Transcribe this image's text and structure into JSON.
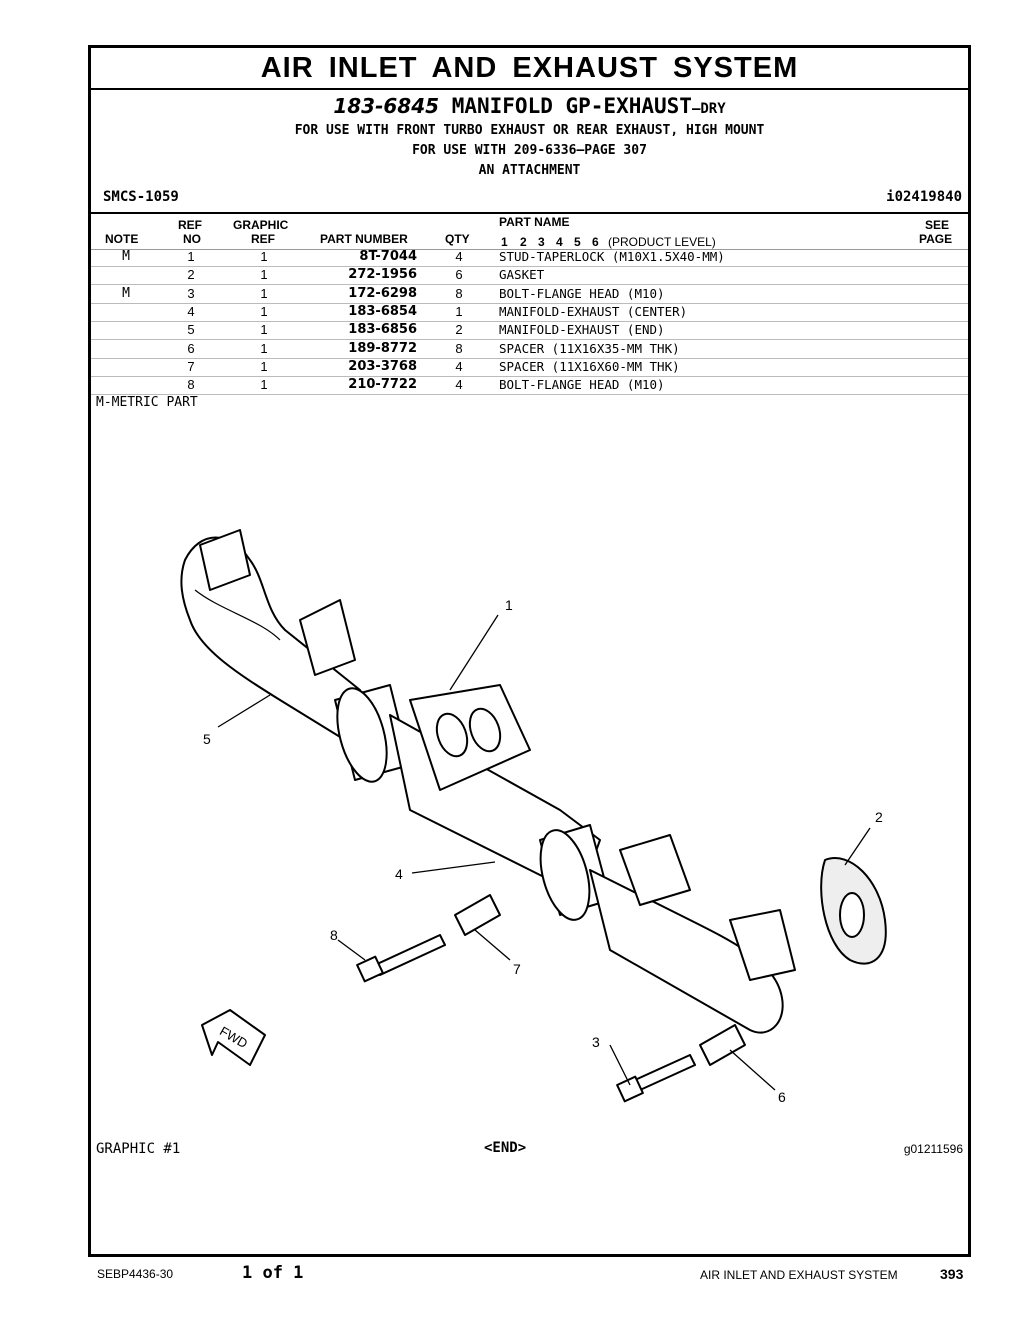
{
  "header": {
    "title": "AIR INLET AND EXHAUST SYSTEM"
  },
  "group": {
    "part_number": "183-6845",
    "name": "MANIFOLD GP-EXHAUST",
    "suffix": "—DRY",
    "line1": "FOR USE WITH FRONT TURBO EXHAUST OR REAR EXHAUST, HIGH MOUNT",
    "line2": "FOR USE WITH 209-6336—PAGE 307",
    "line3": "AN ATTACHMENT",
    "smcs": "SMCS-1059",
    "id": "i02419840"
  },
  "columns": {
    "note": "NOTE",
    "ref_top": "REF",
    "ref_bot": "NO",
    "graphic_top": "GRAPHIC",
    "graphic_bot": "REF",
    "part_number": "PART NUMBER",
    "qty": "QTY",
    "part_name": "PART NAME",
    "levels": [
      "1",
      "2",
      "3",
      "4",
      "5",
      "6"
    ],
    "level_note": "(PRODUCT LEVEL)",
    "see_top": "SEE",
    "see_bot": "PAGE"
  },
  "parts": [
    {
      "note": "M",
      "ref": "1",
      "graphic": "1",
      "pn": "8T-7044",
      "qty": "4",
      "name": "STUD-TAPERLOCK (M10X1.5X40-MM)"
    },
    {
      "note": "",
      "ref": "2",
      "graphic": "1",
      "pn": "272-1956",
      "qty": "6",
      "name": "GASKET"
    },
    {
      "note": "M",
      "ref": "3",
      "graphic": "1",
      "pn": "172-6298",
      "qty": "8",
      "name": "BOLT-FLANGE HEAD (M10)"
    },
    {
      "note": "",
      "ref": "4",
      "graphic": "1",
      "pn": "183-6854",
      "qty": "1",
      "name": "MANIFOLD-EXHAUST (CENTER)"
    },
    {
      "note": "",
      "ref": "5",
      "graphic": "1",
      "pn": "183-6856",
      "qty": "2",
      "name": "MANIFOLD-EXHAUST (END)"
    },
    {
      "note": "",
      "ref": "6",
      "graphic": "1",
      "pn": "189-8772",
      "qty": "8",
      "name": "SPACER (11X16X35-MM THK)"
    },
    {
      "note": "",
      "ref": "7",
      "graphic": "1",
      "pn": "203-3768",
      "qty": "4",
      "name": "SPACER (11X16X60-MM THK)"
    },
    {
      "note": "",
      "ref": "8",
      "graphic": "1",
      "pn": "210-7722",
      "qty": "4",
      "name": "BOLT-FLANGE HEAD (M10)"
    }
  ],
  "metric_note": "M-METRIC PART",
  "graphic": {
    "label": "GRAPHIC #1",
    "end": "<END>",
    "id": "g01211596",
    "fwd": "FWD",
    "callouts": [
      "1",
      "2",
      "3",
      "4",
      "5",
      "6",
      "7",
      "8"
    ]
  },
  "footer": {
    "doc": "SEBP4436-30",
    "page_of": "1 of 1",
    "section": "AIR INLET AND EXHAUST SYSTEM",
    "page": "393"
  }
}
